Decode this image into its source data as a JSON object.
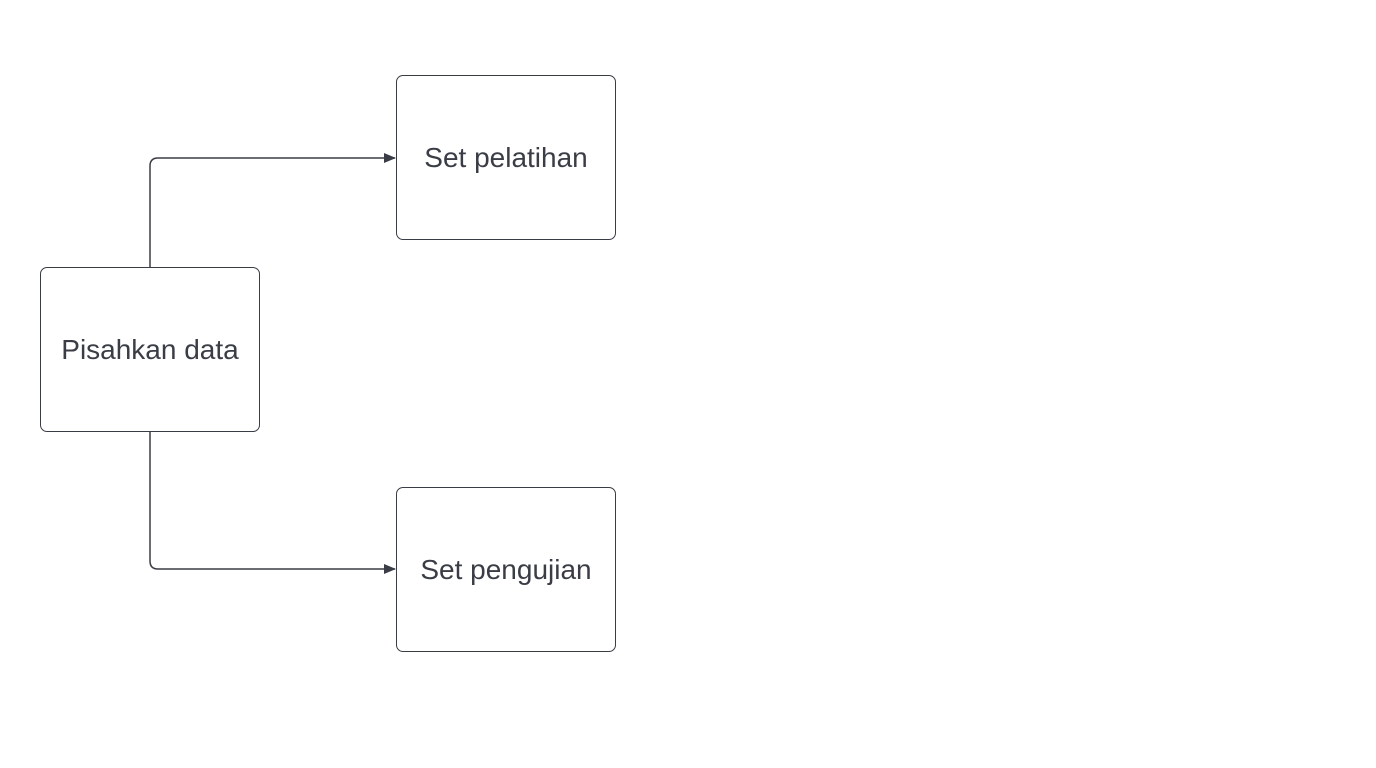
{
  "diagram": {
    "nodes": [
      {
        "id": "split",
        "label": "Pisahkan data"
      },
      {
        "id": "train",
        "label": "Set pelatihan"
      },
      {
        "id": "test",
        "label": "Set pengujian"
      }
    ],
    "edges": [
      {
        "from": "split",
        "to": "train"
      },
      {
        "from": "split",
        "to": "test"
      }
    ],
    "colors": {
      "stroke": "#3a3d45",
      "background": "#ffffff"
    }
  }
}
